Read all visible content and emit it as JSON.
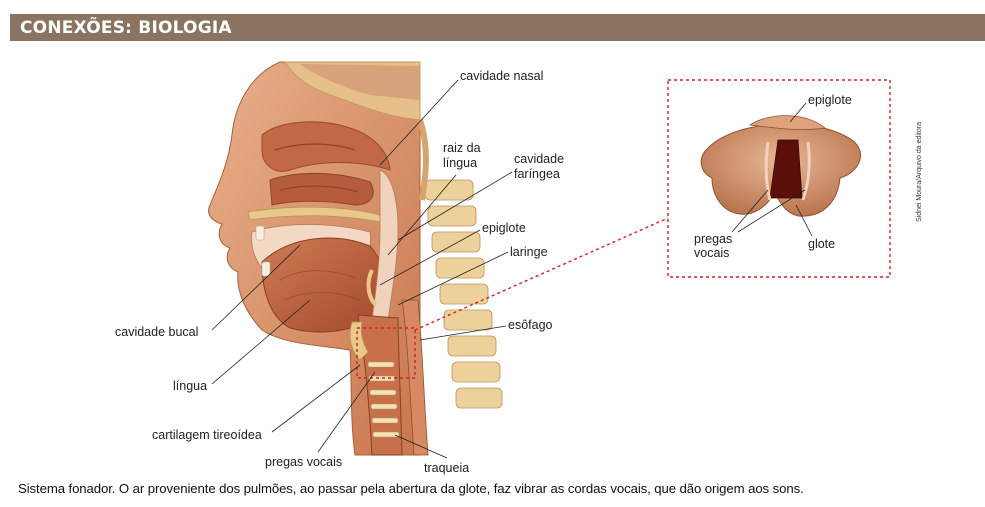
{
  "header": {
    "title": "CONEXÕES: BIOLOGIA"
  },
  "figure": {
    "labels": {
      "cavidade_nasal": "cavidade nasal",
      "raiz_da_lingua_1": "raiz da",
      "raiz_da_lingua_2": "língua",
      "cavidade_faringea_1": "cavidade",
      "cavidade_faringea_2": "faríngea",
      "epiglote": "epiglote",
      "laringe": "laringe",
      "esofago": "esôfago",
      "cavidade_bucal": "cavidade bucal",
      "lingua": "língua",
      "cartilagem_tireoidea": "cartilagem tireoídea",
      "pregas_vocais": "pregas vocais",
      "traqueia": "traqueia"
    },
    "inset_labels": {
      "epiglote": "epiglote",
      "pregas_1": "pregas",
      "pregas_2": "vocais",
      "glote": "glote"
    },
    "credit": "Sidnei Moura/Arquivo da editora"
  },
  "caption": "Sistema fonador. O ar proveniente dos pulmões, ao passar pela abertura da glote, faz vibrar as cordas vocais, que dão origem aos sons.",
  "colors": {
    "header_bg": "#8a7360",
    "flesh": "#d9946a",
    "muscle": "#b85a3a",
    "bone": "#e8c98a",
    "dashed_red": "#d42020"
  }
}
